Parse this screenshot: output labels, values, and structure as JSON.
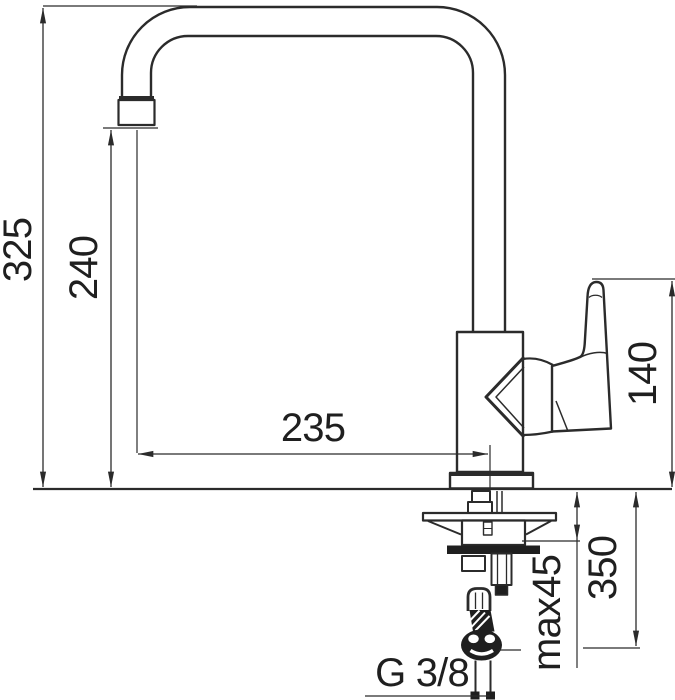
{
  "drawing": {
    "title": "faucet-dimension-drawing",
    "background": "#ffffff",
    "line_color": "#2b2b2b",
    "text_color": "#1f1f1f",
    "labels": {
      "total_height": "325",
      "spout_outlet_height": "240",
      "spout_reach": "235",
      "handle_height": "140",
      "max_deck_thickness": "max45",
      "supply_length": "350",
      "thread_size": "G 3/8"
    }
  }
}
